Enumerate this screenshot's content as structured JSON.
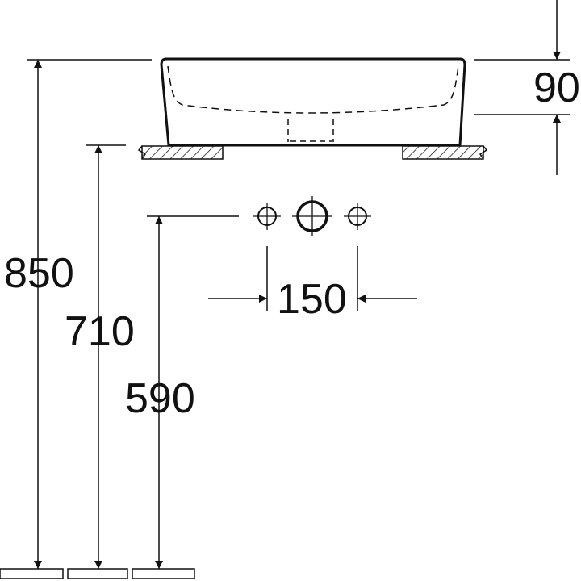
{
  "dimensions": {
    "bowl_height": "90",
    "overall_height": "850",
    "counter_height": "710",
    "tap_holes_height": "590",
    "tap_hole_spacing": "150"
  }
}
